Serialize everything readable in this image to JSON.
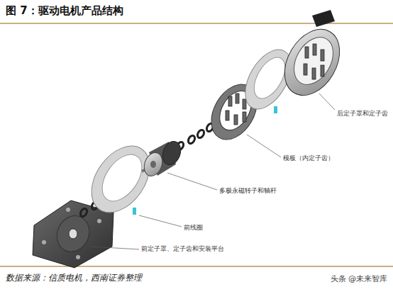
{
  "diagram": {
    "title": "图 7：驱动电机产品结构",
    "caption": "数据来源：信质电机，西南证券整理",
    "labels": [
      "后定子罩和定子齿",
      "模板（内定子齿）",
      "多极永磁转子和轴杆",
      "前线圈",
      "前定子罩、定子齿和安装平台",
      "头条 @未来智库"
    ]
  }
}
